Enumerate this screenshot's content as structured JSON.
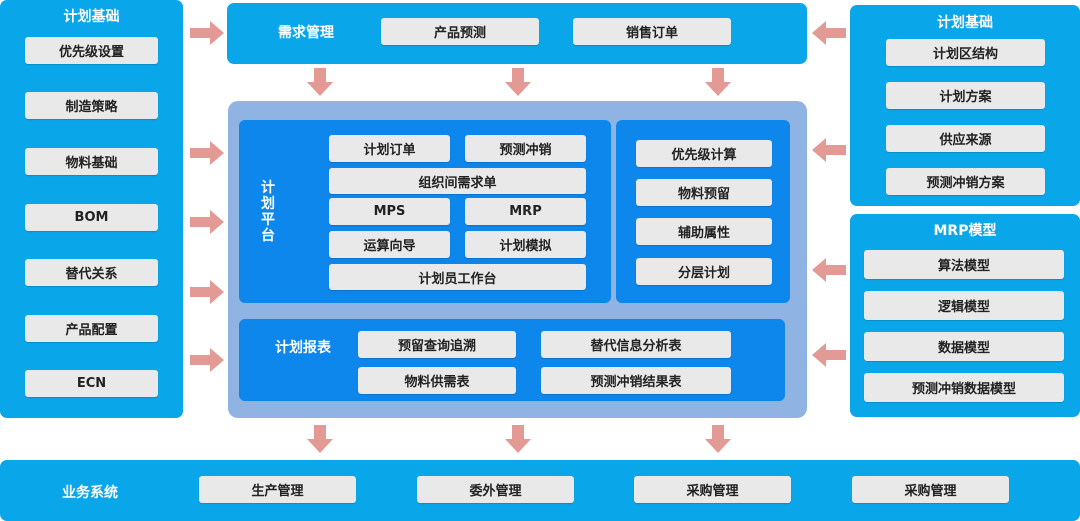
{
  "colors": {
    "panel": "#0aa6ea",
    "platform_outer": "#8fb3e2",
    "platform_inner": "#0d87ec",
    "box": "#e9e9e9",
    "arrow": "#e39a95"
  },
  "left_panel": {
    "title": "计划基础",
    "items": [
      "优先级设置",
      "制造策略",
      "物料基础",
      "BOM",
      "替代关系",
      "产品配置",
      "ECN"
    ]
  },
  "demand": {
    "title": "需求管理",
    "items": [
      "产品预测",
      "销售订单"
    ]
  },
  "right_top": {
    "title": "计划基础",
    "items": [
      "计划区结构",
      "计划方案",
      "供应来源",
      "预测冲销方案"
    ]
  },
  "right_bottom": {
    "title": "MRP模型",
    "items": [
      "算法模型",
      "逻辑模型",
      "数据模型",
      "预测冲销数据模型"
    ]
  },
  "platform": {
    "title": "计划平台",
    "items": {
      "order": "计划订单",
      "forecast_offset": "预测冲销",
      "inter_org": "组织间需求单",
      "mps": "MPS",
      "mrp": "MRP",
      "wizard": "运算向导",
      "simulation": "计划模拟",
      "workbench": "计划员工作台"
    },
    "right_items": [
      "优先级计算",
      "物料预留",
      "辅助属性",
      "分层计划"
    ]
  },
  "reports": {
    "title": "计划报表",
    "items": [
      "预留查询追溯",
      "替代信息分析表",
      "物料供需表",
      "预测冲销结果表"
    ]
  },
  "business": {
    "title": "业务系统",
    "items": [
      "生产管理",
      "委外管理",
      "采购管理",
      "采购管理"
    ]
  }
}
